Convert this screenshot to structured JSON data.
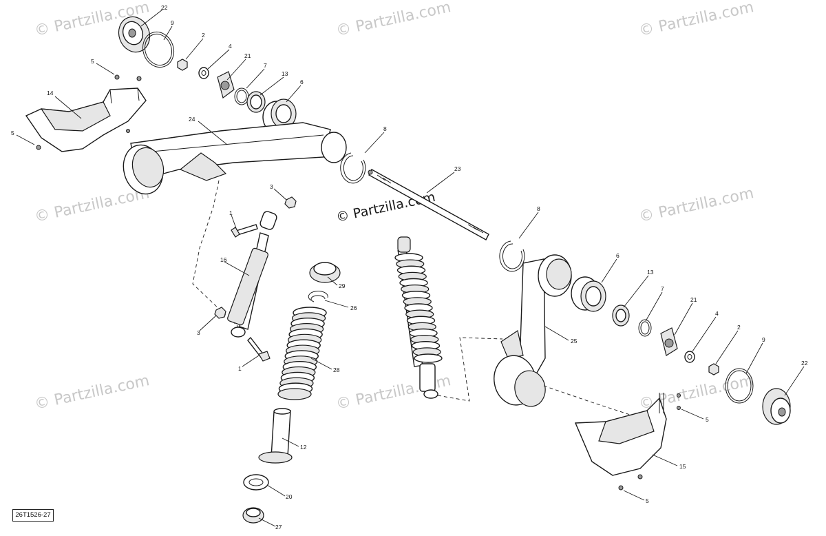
{
  "reference_code": "26T1526-27",
  "watermark": "© Partzilla.com",
  "center_watermark": "© Partzilla.com",
  "callouts": {
    "c22a": "22",
    "c9a": "9",
    "c2a": "2",
    "c4a": "4",
    "c21a": "21",
    "c7a": "7",
    "c13a": "13",
    "c6a": "6",
    "c5a": "5",
    "c14": "14",
    "c5b": "5",
    "c24": "24",
    "c8a": "8",
    "c23": "23",
    "c3a": "3",
    "c1a": "1",
    "c16": "16",
    "c3b": "3",
    "c1b": "1",
    "c29": "29",
    "c26": "26",
    "c28": "28",
    "c12": "12",
    "c20": "20",
    "c27": "27",
    "c8b": "8",
    "c6b": "6",
    "c13b": "13",
    "c7b": "7",
    "c21b": "21",
    "c4b": "4",
    "c2b": "2",
    "c9b": "9",
    "c22b": "22",
    "c25": "25",
    "c5c": "5",
    "c15": "15",
    "c5d": "5"
  }
}
